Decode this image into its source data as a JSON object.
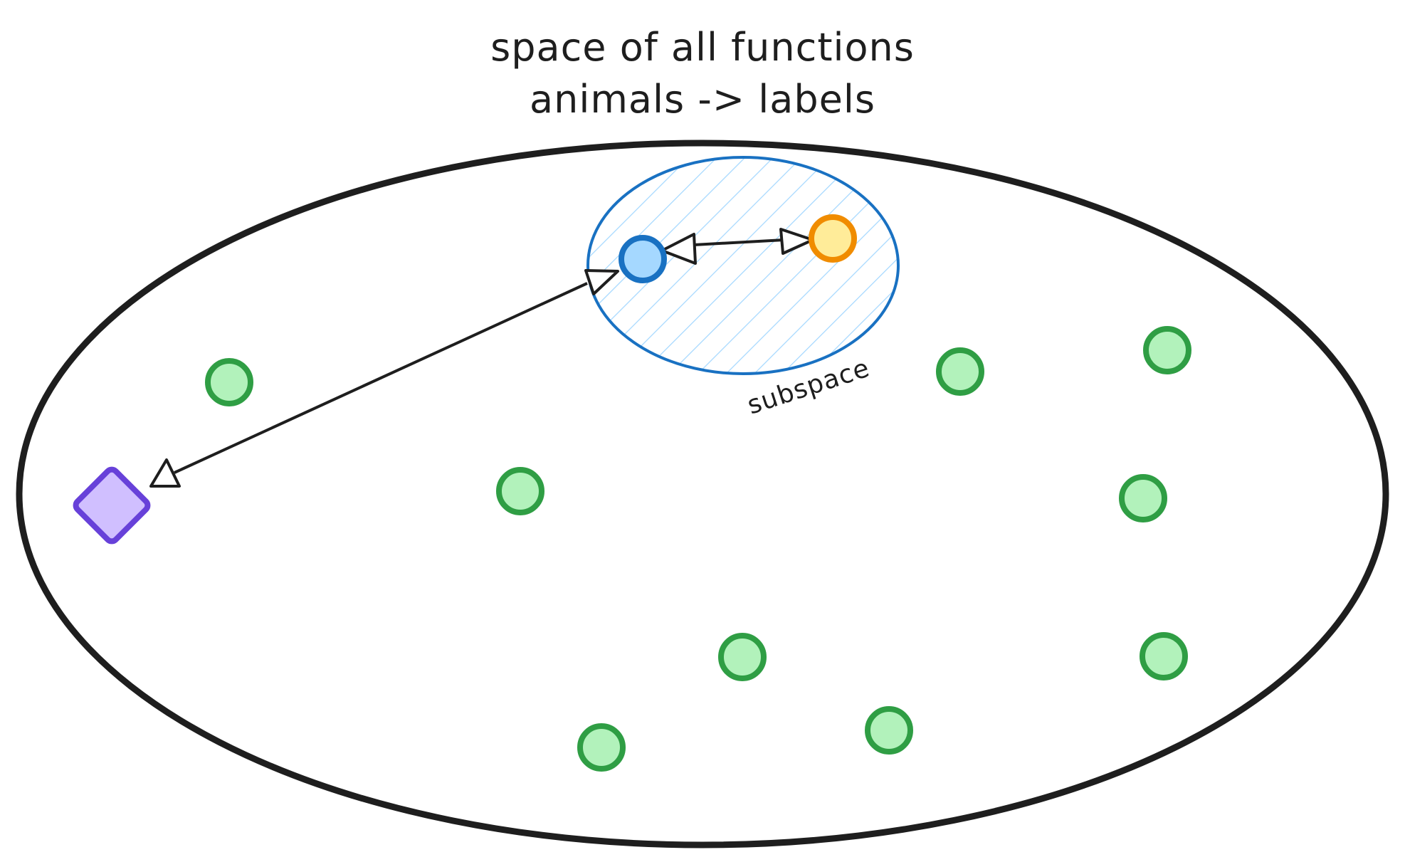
{
  "title": {
    "line1": "space of all functions",
    "line2": "animals -> labels"
  },
  "subspace": {
    "label": "subspace"
  },
  "colors": {
    "outline": "#1e1e1e",
    "subspace_stroke": "#1971c2",
    "subspace_hatch": "#a5d8ff",
    "green_fill": "#b2f2bb",
    "green_stroke": "#2f9e44",
    "blue_fill": "#a5d8ff",
    "blue_stroke": "#1971c2",
    "yellow_fill": "#ffec99",
    "yellow_stroke": "#f08c00",
    "purple_fill": "#d0bfff",
    "purple_stroke": "#6741d9"
  },
  "icons": {
    "target_point": "blue-circle-icon",
    "other_point": "yellow-circle-icon",
    "candidate_points": "green-circle-icon",
    "true_function": "purple-diamond-icon"
  }
}
